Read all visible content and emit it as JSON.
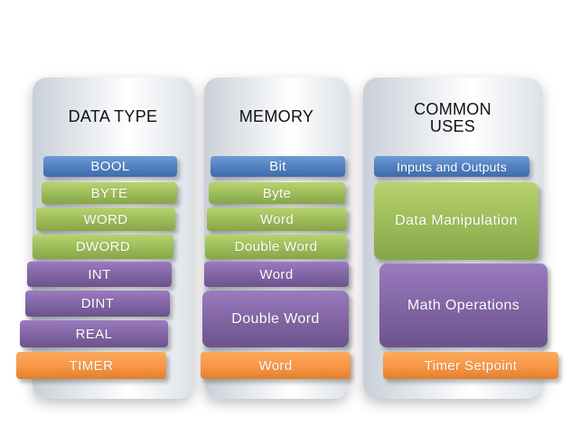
{
  "columns": [
    {
      "title": "DATA TYPE",
      "items": [
        "BOOL",
        "BYTE",
        "WORD",
        "DWORD",
        "INT",
        "DINT",
        "REAL",
        "TIMER"
      ]
    },
    {
      "title": "MEMORY",
      "items": [
        "Bit",
        "Byte",
        "Word",
        "Double Word",
        "Word",
        "Double Word",
        "Word"
      ]
    },
    {
      "title": "COMMON\nUSES",
      "items": [
        "Inputs and Outputs",
        "Data Manipulation",
        "Math Operations",
        "Timer Setpoint"
      ]
    }
  ],
  "colors": {
    "blue": "#4f81bd",
    "green": "#9bbb59",
    "purple": "#8064a2",
    "orange": "#f79646"
  }
}
